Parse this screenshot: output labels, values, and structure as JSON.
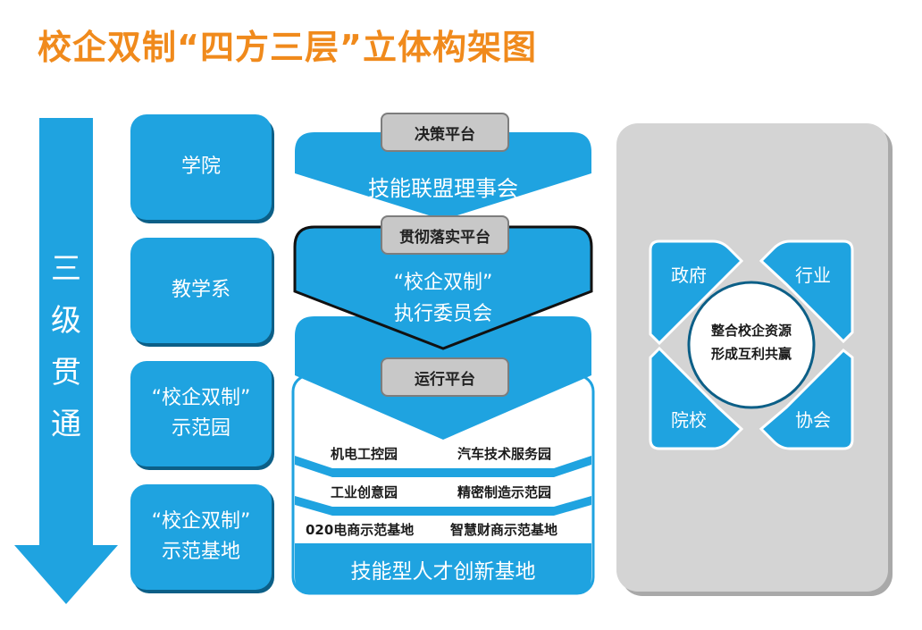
{
  "title": "校企双制“四方三层”立体构架图",
  "side_arrow": {
    "chars": [
      "三",
      "级",
      "贯",
      "通"
    ]
  },
  "layers": [
    {
      "lines": [
        "学院"
      ]
    },
    {
      "lines": [
        "教学系"
      ]
    },
    {
      "lines": [
        "“校企双制”",
        "示范园"
      ]
    },
    {
      "lines": [
        "“校企双制”",
        "示范基地"
      ]
    }
  ],
  "center": {
    "decision_platform": "决策平台",
    "council": "技能联盟理事会",
    "implement_platform": "贯彻落实平台",
    "committee_line1": "“校企双制”",
    "committee_line2": "执行委员会",
    "operation_platform": "运行平台",
    "parks": [
      [
        "机电工控园",
        "汽车技术服务园"
      ],
      [
        "工业创意园",
        "精密制造示范园"
      ],
      [
        "020电商示范基地",
        "智慧财商示范基地"
      ]
    ],
    "base_label": "技能型人才创新基地"
  },
  "right": {
    "quadrants": [
      "政府",
      "行业",
      "院校",
      "协会"
    ],
    "center_line1": "整合校企资源",
    "center_line2": "形成互利共赢"
  },
  "colors": {
    "accent": "#f08a1c",
    "blue": "#1fa3e0",
    "gray": "#c8c8c8"
  }
}
